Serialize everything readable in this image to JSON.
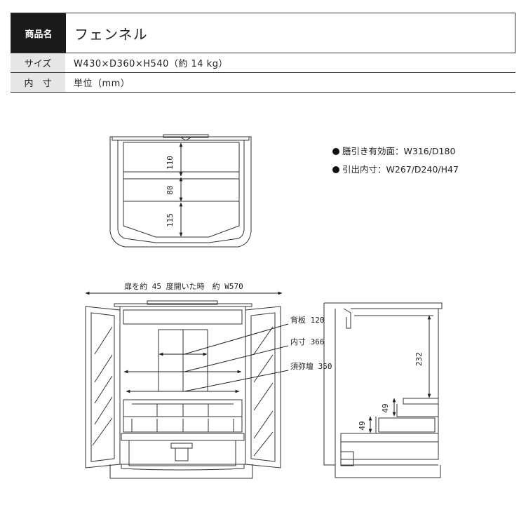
{
  "spec": {
    "name_label": "商品名",
    "name_value": "フェンネル",
    "size_label": "サイズ",
    "size_value": "W430×D360×H540（約 14 kg）",
    "inner_label": "内　寸",
    "inner_value": "単位（mm）"
  },
  "top_view": {
    "dims": [
      "110",
      "80",
      "115"
    ]
  },
  "notes": [
    "膳引き有効面：W316/D180",
    "引出内寸：W267/D240/H47"
  ],
  "front_view": {
    "width_label": "扉を約 45 度開いた時　約 W570",
    "callouts": [
      "背板 120",
      "内寸 366",
      "須弥壇 350"
    ]
  },
  "side_view": {
    "dims": [
      "232",
      "49",
      "49"
    ]
  }
}
